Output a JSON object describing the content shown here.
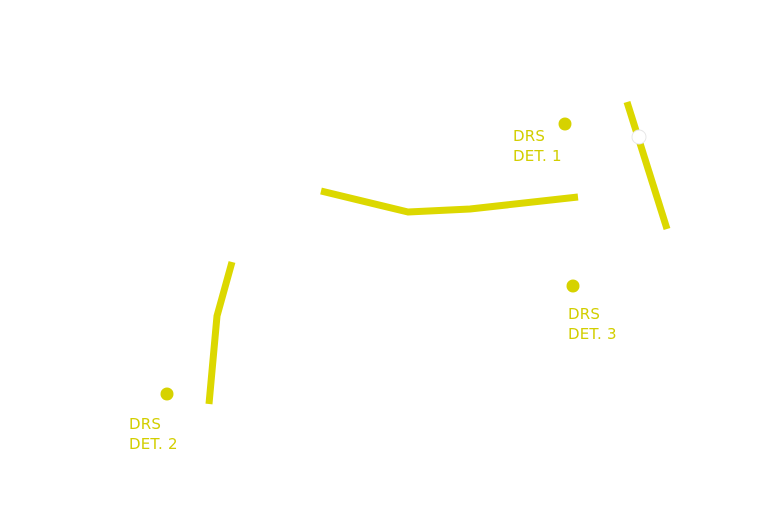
{
  "colors": {
    "track": "#dcd800",
    "marker": "#d6d200",
    "label": "#d2ce00",
    "timing_point": "#ffffff",
    "background": "#ffffff"
  },
  "detection_points": [
    {
      "line1": "DRS",
      "line2": "DET. 1"
    },
    {
      "line1": "DRS",
      "line2": "DET. 2"
    },
    {
      "line1": "DRS",
      "line2": "DET. 3"
    }
  ],
  "faint_label": {
    "line1": "",
    "line2": ""
  },
  "icons": {
    "detection_marker": "filled-circle",
    "timing_point": "white-circle"
  }
}
